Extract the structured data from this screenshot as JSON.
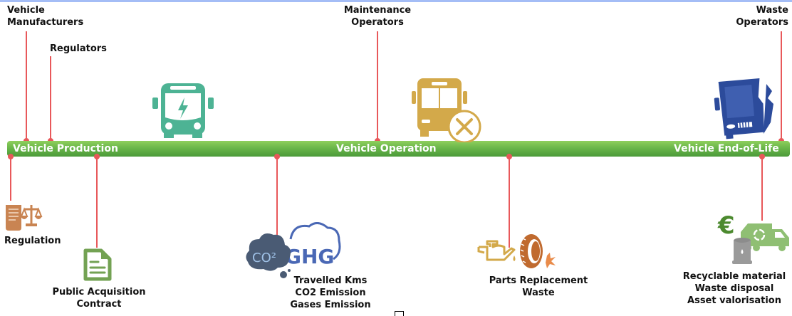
{
  "diagram": {
    "title": "Bus lifecycle stakeholders and data flows",
    "colors": {
      "timeline_bar": "#6ab64a",
      "connector": "#e8585a",
      "phase_text": "#ffffff",
      "electric_bus": "#4db394",
      "maintenance_bus": "#d3a94a",
      "end_of_life_bus": "#2c4b9b"
    },
    "phases": [
      {
        "label": "Vehicle Production",
        "icon": "electric-bus-icon"
      },
      {
        "label": "Vehicle Operation",
        "icon": "bus-maintenance-icon"
      },
      {
        "label": "Vehicle End-of-Life",
        "icon": "broken-bus-icon"
      }
    ],
    "stakeholders_above": [
      {
        "lines": [
          "Vehicle",
          "Manufacturers"
        ]
      },
      {
        "lines": [
          "Regulators"
        ]
      },
      {
        "lines": [
          "Maintenance",
          "Operators"
        ]
      },
      {
        "lines": [
          "Waste",
          "Operators"
        ]
      }
    ],
    "items_below": [
      {
        "icon": "regulation-scales-icon",
        "lines": [
          "Regulation"
        ]
      },
      {
        "icon": "contract-document-icon",
        "lines": [
          "Public Acquisition",
          "Contract"
        ]
      },
      {
        "icon": "co2-ghg-cloud-icon",
        "lines": [
          "Travelled Kms",
          "CO2 Emission",
          "Gases Emission"
        ],
        "icon_text": {
          "co2": "CO²",
          "ghg": "GHG"
        }
      },
      {
        "icon": "oil-can-tire-icon",
        "lines": [
          "Parts Replacement",
          "Waste"
        ]
      },
      {
        "icon": "recycling-truck-euro-icon",
        "lines": [
          "Recyclable material",
          "Waste disposal",
          "Asset valorisation"
        ],
        "icon_text": {
          "euro": "€"
        }
      }
    ]
  }
}
